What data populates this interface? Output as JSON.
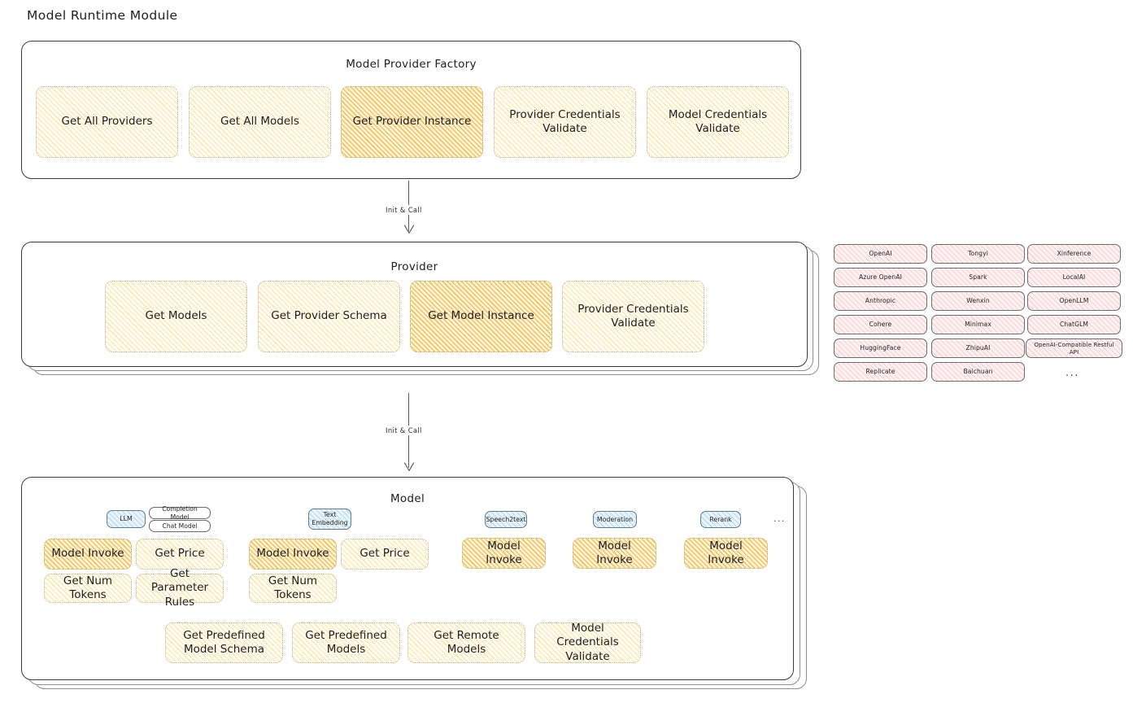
{
  "page": {
    "title": "Model Runtime Module"
  },
  "factory": {
    "title": "Model Provider Factory",
    "items": [
      {
        "label": "Get All Providers",
        "highlight": false
      },
      {
        "label": "Get All Models",
        "highlight": false
      },
      {
        "label": "Get Provider Instance",
        "highlight": true
      },
      {
        "label": "Provider Credentials Validate",
        "highlight": false
      },
      {
        "label": "Model Credentials Validate",
        "highlight": false
      }
    ]
  },
  "arrows": [
    {
      "label": "Init & Call"
    },
    {
      "label": "Init & Call"
    }
  ],
  "provider": {
    "title": "Provider",
    "items": [
      {
        "label": "Get Models",
        "highlight": false
      },
      {
        "label": "Get Provider Schema",
        "highlight": false
      },
      {
        "label": "Get Model Instance",
        "highlight": true
      },
      {
        "label": "Provider Credentials Validate",
        "highlight": false
      }
    ]
  },
  "provider_list": {
    "columns": [
      [
        "OpenAI",
        "Azure OpenAI",
        "Anthropic",
        "Cohere",
        "HuggingFace",
        "Replicate"
      ],
      [
        "Tongyi",
        "Spark",
        "Wenxin",
        "Minimax",
        "ZhipuAI",
        "Baichuan"
      ],
      [
        "Xinference",
        "LocalAI",
        "OpenLLM",
        "ChatGLM",
        "OpenAI-Compatible Restful API"
      ]
    ],
    "more": "..."
  },
  "model": {
    "title": "Model",
    "more": "...",
    "categories": [
      {
        "name": "LLM",
        "subtypes": [
          "Completion Model",
          "Chat Model"
        ],
        "methods": [
          {
            "label": "Model Invoke",
            "highlight": true
          },
          {
            "label": "Get Price",
            "highlight": false
          },
          {
            "label": "Get Num Tokens",
            "highlight": false
          },
          {
            "label": "Get Parameter Rules",
            "highlight": false
          }
        ]
      },
      {
        "name": "Text Embedding",
        "subtypes": [],
        "methods": [
          {
            "label": "Model Invoke",
            "highlight": true
          },
          {
            "label": "Get Price",
            "highlight": false
          },
          {
            "label": "Get Num Tokens",
            "highlight": false
          }
        ]
      },
      {
        "name": "Speech2text",
        "subtypes": [],
        "methods": [
          {
            "label": "Model Invoke",
            "highlight": true
          }
        ]
      },
      {
        "name": "Moderation",
        "subtypes": [],
        "methods": [
          {
            "label": "Model Invoke",
            "highlight": true
          }
        ]
      },
      {
        "name": "Rerank",
        "subtypes": [],
        "methods": [
          {
            "label": "Model Invoke",
            "highlight": true
          }
        ]
      }
    ],
    "shared_methods": [
      {
        "label": "Get Predefined Model Schema"
      },
      {
        "label": "Get Predefined Models"
      },
      {
        "label": "Get Remote Models"
      },
      {
        "label": "Model Credentials Validate"
      }
    ]
  },
  "colors": {
    "accent_light": "#fbeec2",
    "accent_strong": "#f2b946",
    "chip_rose": "#fdf1f1",
    "chip_blue": "#eaf4fb",
    "stroke": "#3b3b3b"
  }
}
